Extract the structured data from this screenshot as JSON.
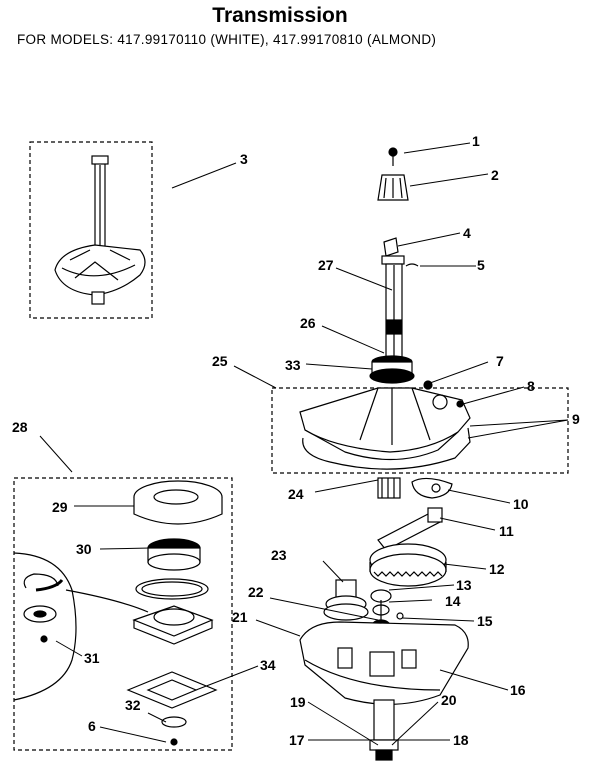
{
  "title": "Transmission",
  "subtitle": "FOR MODELS:  417.99170110 (WHITE), 417.99170810 (ALMOND)",
  "callouts": [
    "1",
    "2",
    "3",
    "4",
    "5",
    "27",
    "26",
    "25",
    "33",
    "7",
    "8",
    "9",
    "24",
    "10",
    "11",
    "12",
    "23",
    "13",
    "14",
    "22",
    "15",
    "21",
    "16",
    "19",
    "20",
    "17",
    "18",
    "28",
    "29",
    "30",
    "31",
    "34",
    "32",
    "6"
  ]
}
